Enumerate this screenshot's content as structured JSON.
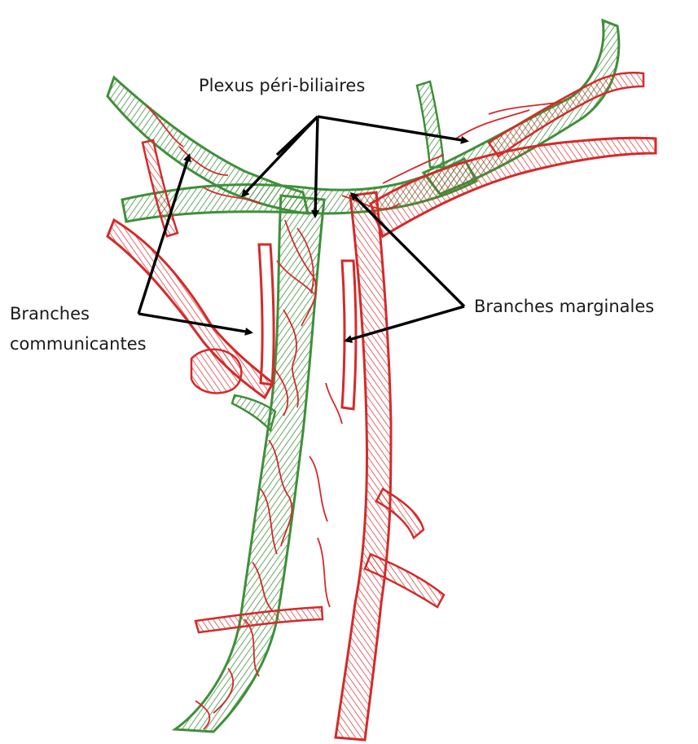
{
  "diagram": {
    "labels": {
      "peribiliary_plexus": "Plexus péri-biliaires",
      "communicating_line1": "Branches",
      "communicating_line2": "communicantes",
      "marginal_branches": "Branches marginales"
    },
    "colors": {
      "bile_duct": "#3f8f3a",
      "artery": "#d42a2a",
      "arrow": "#000000",
      "background": "#ffffff"
    }
  }
}
